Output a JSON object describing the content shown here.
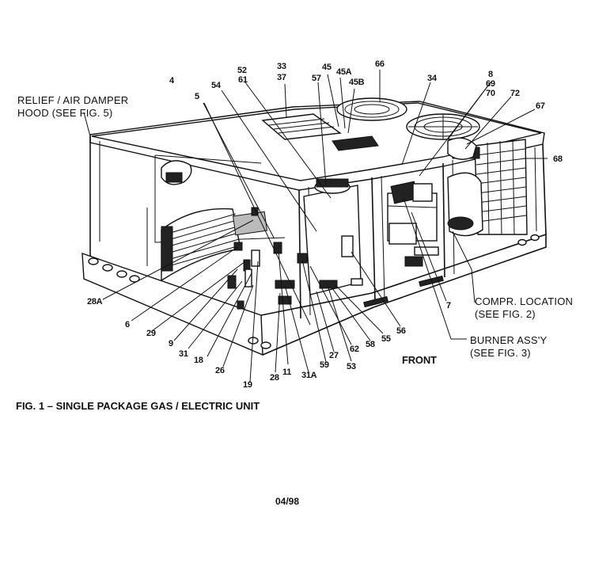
{
  "figure": {
    "caption": "FIG. 1 – SINGLE PACKAGE GAS / ELECTRIC UNIT",
    "page_code": "04/98"
  },
  "labels": {
    "relief_hood": "RELIEF / AIR DAMPER\nHOOD (SEE FIG. 5)",
    "compressor": "COMPR. LOCATION\n(SEE FIG. 2)",
    "burner": "BURNER ASS'Y\n(SEE FIG. 3)",
    "front": "FRONT"
  },
  "callouts": [
    "4",
    "5",
    "52",
    "61",
    "54",
    "33",
    "37",
    "57",
    "45",
    "45A",
    "45B",
    "66",
    "34",
    "8",
    "69",
    "70",
    "72",
    "67",
    "68",
    "28A",
    "6",
    "29",
    "9",
    "31",
    "18",
    "26",
    "19",
    "28",
    "11",
    "31A",
    "59",
    "27",
    "62",
    "53",
    "58",
    "55",
    "56",
    "7"
  ]
}
